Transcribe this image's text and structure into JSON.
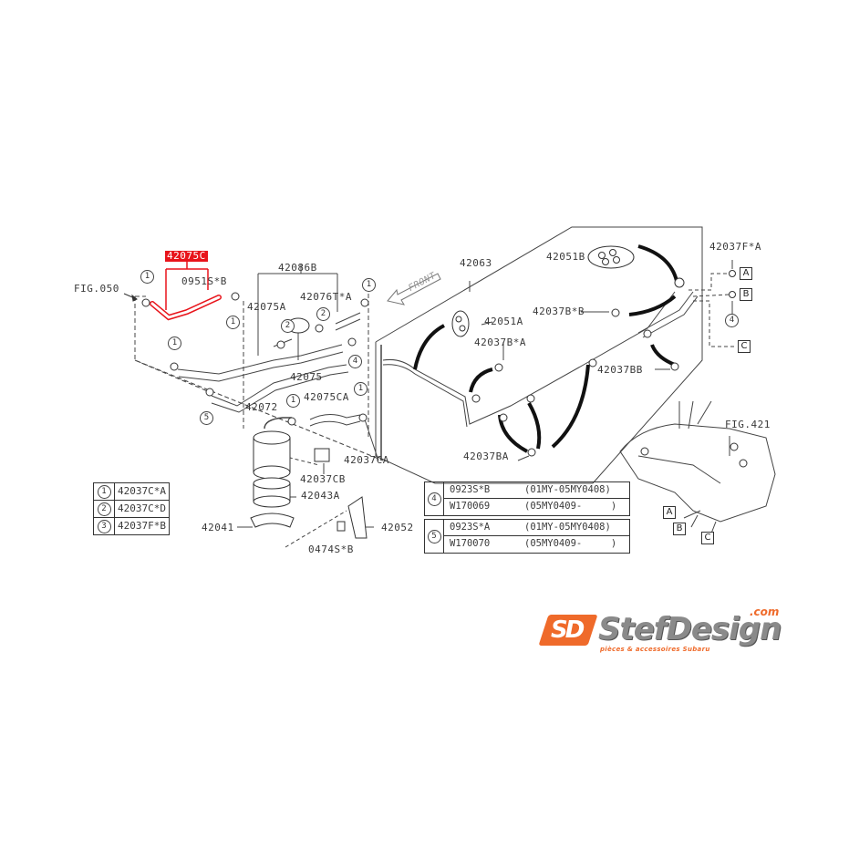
{
  "diagram": {
    "highlighted_part": "42075C",
    "colors": {
      "highlight": "#e8141b",
      "line": "#333333",
      "brand_orange": "#ef6a2a",
      "brand_gray": "#8a8a8a"
    },
    "labels": {
      "p42075C": "42075C",
      "p0951SB": "0951S*B",
      "fig050": "FIG.050",
      "p42086B": "42086B",
      "p42075A": "42075A",
      "p42076TA": "42076T*A",
      "p42075": "42075",
      "p42072": "42072",
      "p42075CA": "42075CA",
      "p42037CA": "42037CA",
      "p42037CB": "42037CB",
      "p42043A": "42043A",
      "p42041": "42041",
      "p42052": "42052",
      "p0474SB": "0474S*B",
      "p42063": "42063",
      "front": "FRONT",
      "p42051B": "42051B",
      "p42051A": "42051A",
      "p42037BB_star": "42037B*B",
      "p42037BA_star": "42037B*A",
      "p42037BB": "42037BB",
      "p42037BA": "42037BA",
      "p42037FA": "42037F*A",
      "fig421": "FIG.421"
    },
    "callouts": {
      "c1": "1",
      "c2": "2",
      "c4": "4",
      "c5": "5"
    },
    "connectors": {
      "A": "A",
      "B": "B",
      "C": "C"
    },
    "legend": [
      {
        "index": "1",
        "part": "42037C*A"
      },
      {
        "index": "2",
        "part": "42037C*D"
      },
      {
        "index": "3",
        "part": "42037F*B"
      }
    ],
    "variants": [
      {
        "index": "4",
        "rows": [
          {
            "part": "0923S*B",
            "range": "(01MY-05MY0408)"
          },
          {
            "part": "W170069",
            "range": "(05MY0409-     )"
          }
        ]
      },
      {
        "index": "5",
        "rows": [
          {
            "part": "0923S*A",
            "range": "(01MY-05MY0408)"
          },
          {
            "part": "W170070",
            "range": "(05MY0409-     )"
          }
        ]
      }
    ]
  },
  "brand": {
    "mark": "SD",
    "name": "StefDesign",
    "domain": ".com",
    "tagline": "pièces & accessoires Subaru"
  }
}
